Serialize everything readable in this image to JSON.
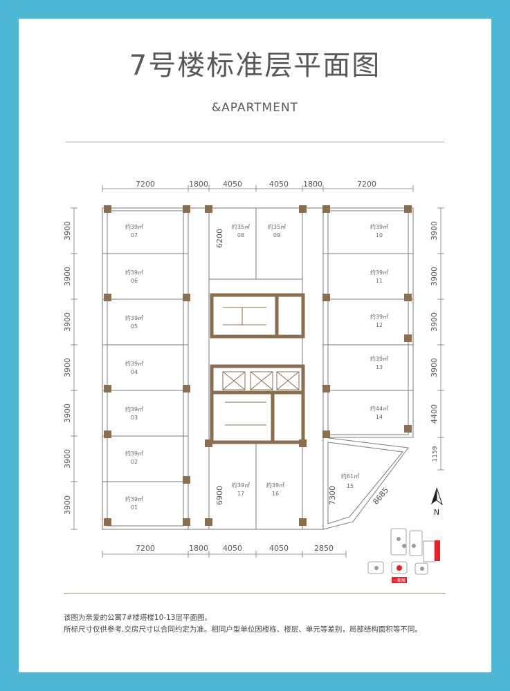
{
  "title": "7号楼标准层平面图",
  "subtitle": "&APARTMENT",
  "dimensions_top": [
    "7200",
    "1800",
    "4050",
    "4050",
    "1800",
    "7200"
  ],
  "dimensions_bottom": [
    "7200",
    "1800",
    "4050",
    "4050",
    "2850"
  ],
  "dimensions_left": [
    "3900",
    "3900",
    "3900",
    "3900",
    "3900",
    "3900",
    "3900"
  ],
  "dimensions_right": [
    "3900",
    "3900",
    "3900",
    "3900",
    "4400",
    "1159"
  ],
  "dimensions_interior": {
    "unit08": "6200",
    "unit17": "6900",
    "unit15_depth": "7300",
    "unit15_diag": "8685"
  },
  "units": [
    {
      "area": "约39㎡",
      "num": "07"
    },
    {
      "area": "约39㎡",
      "num": "06"
    },
    {
      "area": "约39㎡",
      "num": "05"
    },
    {
      "area": "约39㎡",
      "num": "04"
    },
    {
      "area": "约39㎡",
      "num": "03"
    },
    {
      "area": "约39㎡",
      "num": "02"
    },
    {
      "area": "约39㎡",
      "num": "01"
    },
    {
      "area": "约35㎡",
      "num": "08"
    },
    {
      "area": "约35㎡",
      "num": "09"
    },
    {
      "area": "约39㎡",
      "num": "10"
    },
    {
      "area": "约39㎡",
      "num": "11"
    },
    {
      "area": "约39㎡",
      "num": "12"
    },
    {
      "area": "约39㎡",
      "num": "13"
    },
    {
      "area": "约44㎡",
      "num": "14"
    },
    {
      "area": "约61㎡",
      "num": "15"
    },
    {
      "area": "约39㎡",
      "num": "16"
    },
    {
      "area": "约39㎡",
      "num": "17"
    }
  ],
  "north_label": "N",
  "site_map": {
    "red_label": "一期展",
    "tag": "一期展"
  },
  "notes": [
    "该图为亲爱的公寓7#楼塔楼10-13层平面图。",
    "所标尺寸仅供参考,交房尺寸以合同约定为准。相同户型单位因楼栋、楼层、单元等差别，局部结构面积等不同。"
  ],
  "colors": {
    "frame": "#4fb8d6",
    "wall": "#8a6e4f",
    "line": "#7a7a7a",
    "accent": "#e6212a"
  }
}
